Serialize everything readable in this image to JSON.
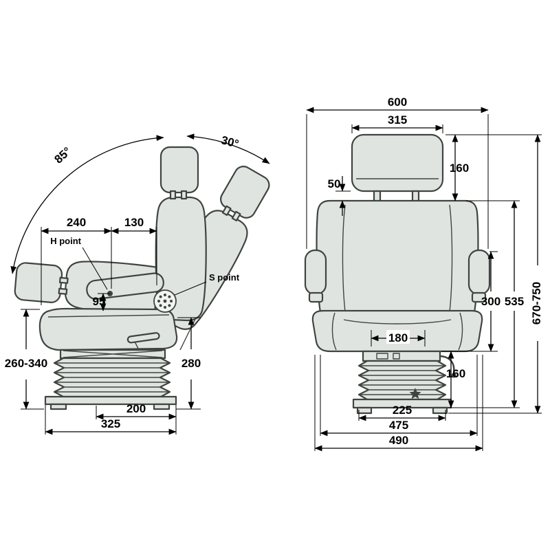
{
  "diagram": {
    "background": "#ffffff",
    "dimension_line_color": "#000000",
    "seat_outline_color": "#3f4440",
    "seat_fill_color": "#dfe4e0"
  },
  "side_view": {
    "labels": {
      "angle_recline": "85°",
      "angle_fold": "30°",
      "h_point": "H point",
      "s_point": "S point"
    },
    "dimensions": {
      "d240": "240",
      "d130": "130",
      "d95": "95",
      "d260_340": "260-340",
      "d280": "280",
      "d200": "200",
      "d325": "325"
    }
  },
  "front_view": {
    "dimensions": {
      "d600": "600",
      "d315": "315",
      "d160_headrest": "160",
      "d50": "50",
      "d535": "535",
      "d300": "300",
      "d670_750": "670-750",
      "d180": "180",
      "d160_bellows": "160",
      "d225": "225",
      "d475": "475",
      "d490": "490"
    }
  }
}
